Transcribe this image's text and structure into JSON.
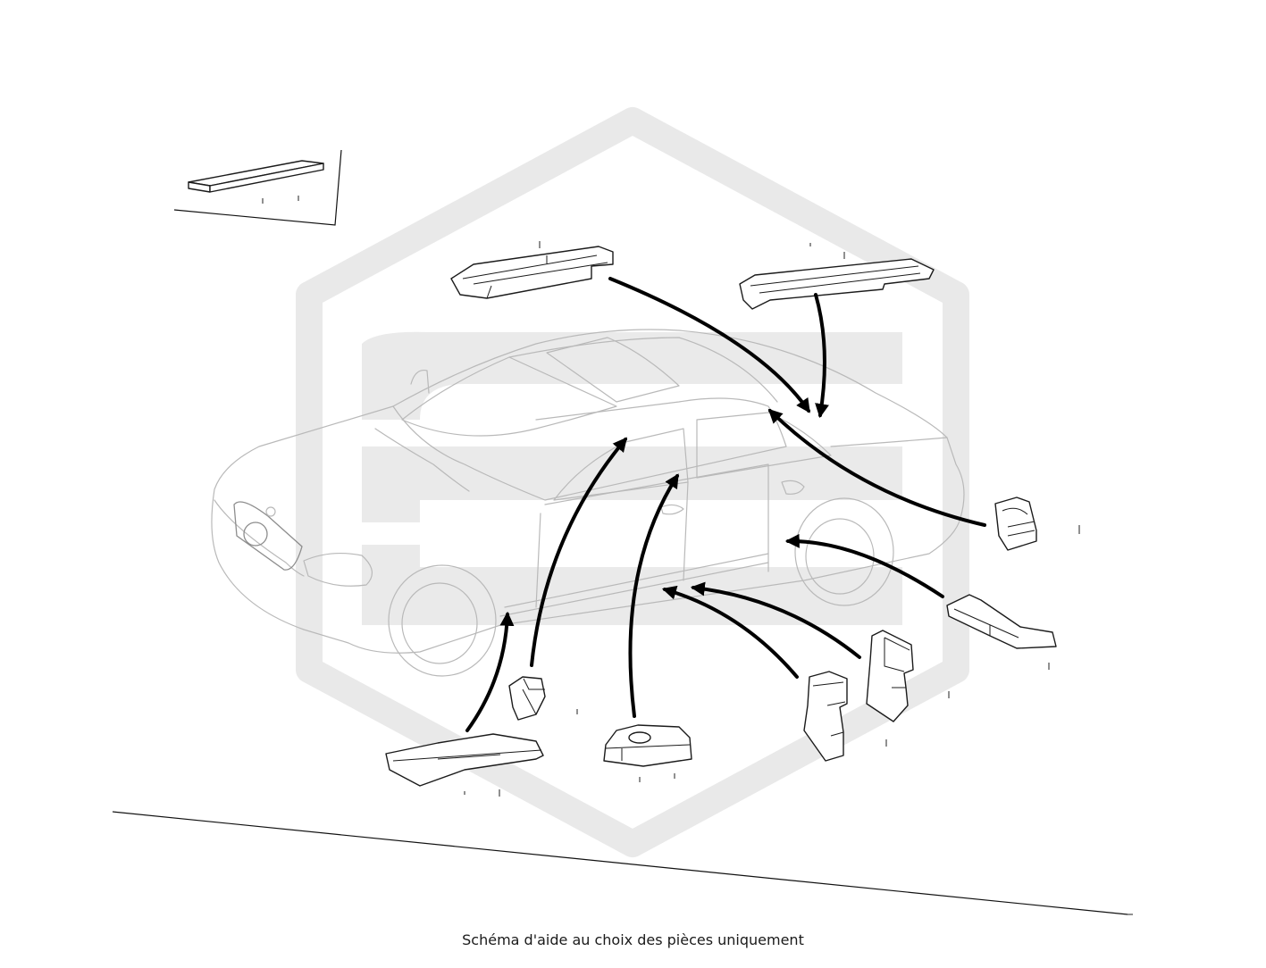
{
  "caption": "Schéma d'aide au choix des pièces uniquement",
  "watermark": {
    "color": "#e9e9e9",
    "shape": "hexagon-logo"
  },
  "parts": [
    {
      "name": "floor-insulation-strip"
    },
    {
      "name": "roof-front-reinforcement"
    },
    {
      "name": "roof-rear-reinforcement"
    },
    {
      "name": "rear-pillar-insert"
    },
    {
      "name": "rear-sill-insert"
    },
    {
      "name": "rear-door-pillar-insert-upper"
    },
    {
      "name": "rear-door-pillar-insert-lower"
    },
    {
      "name": "center-pillar-insert"
    },
    {
      "name": "a-pillar-insert"
    },
    {
      "name": "front-sill-insert"
    }
  ],
  "colors": {
    "part_stroke": "#1b1b1b",
    "car_stroke": "#b9b9b9",
    "arrow": "#000000"
  }
}
